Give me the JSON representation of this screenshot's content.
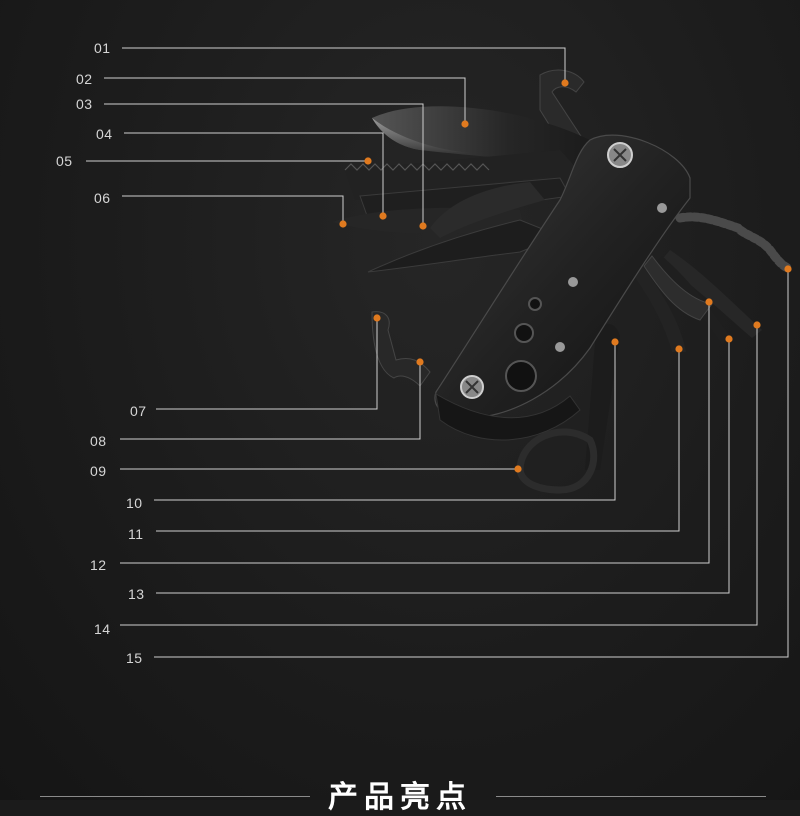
{
  "callouts": [
    "01",
    "02",
    "03",
    "04",
    "05",
    "06",
    "07",
    "08",
    "09",
    "10",
    "11",
    "12",
    "13",
    "14",
    "15"
  ],
  "accent_color": "#e07a1f",
  "line_color": "#cfcfcf",
  "footer": {
    "title": "产品亮点"
  }
}
